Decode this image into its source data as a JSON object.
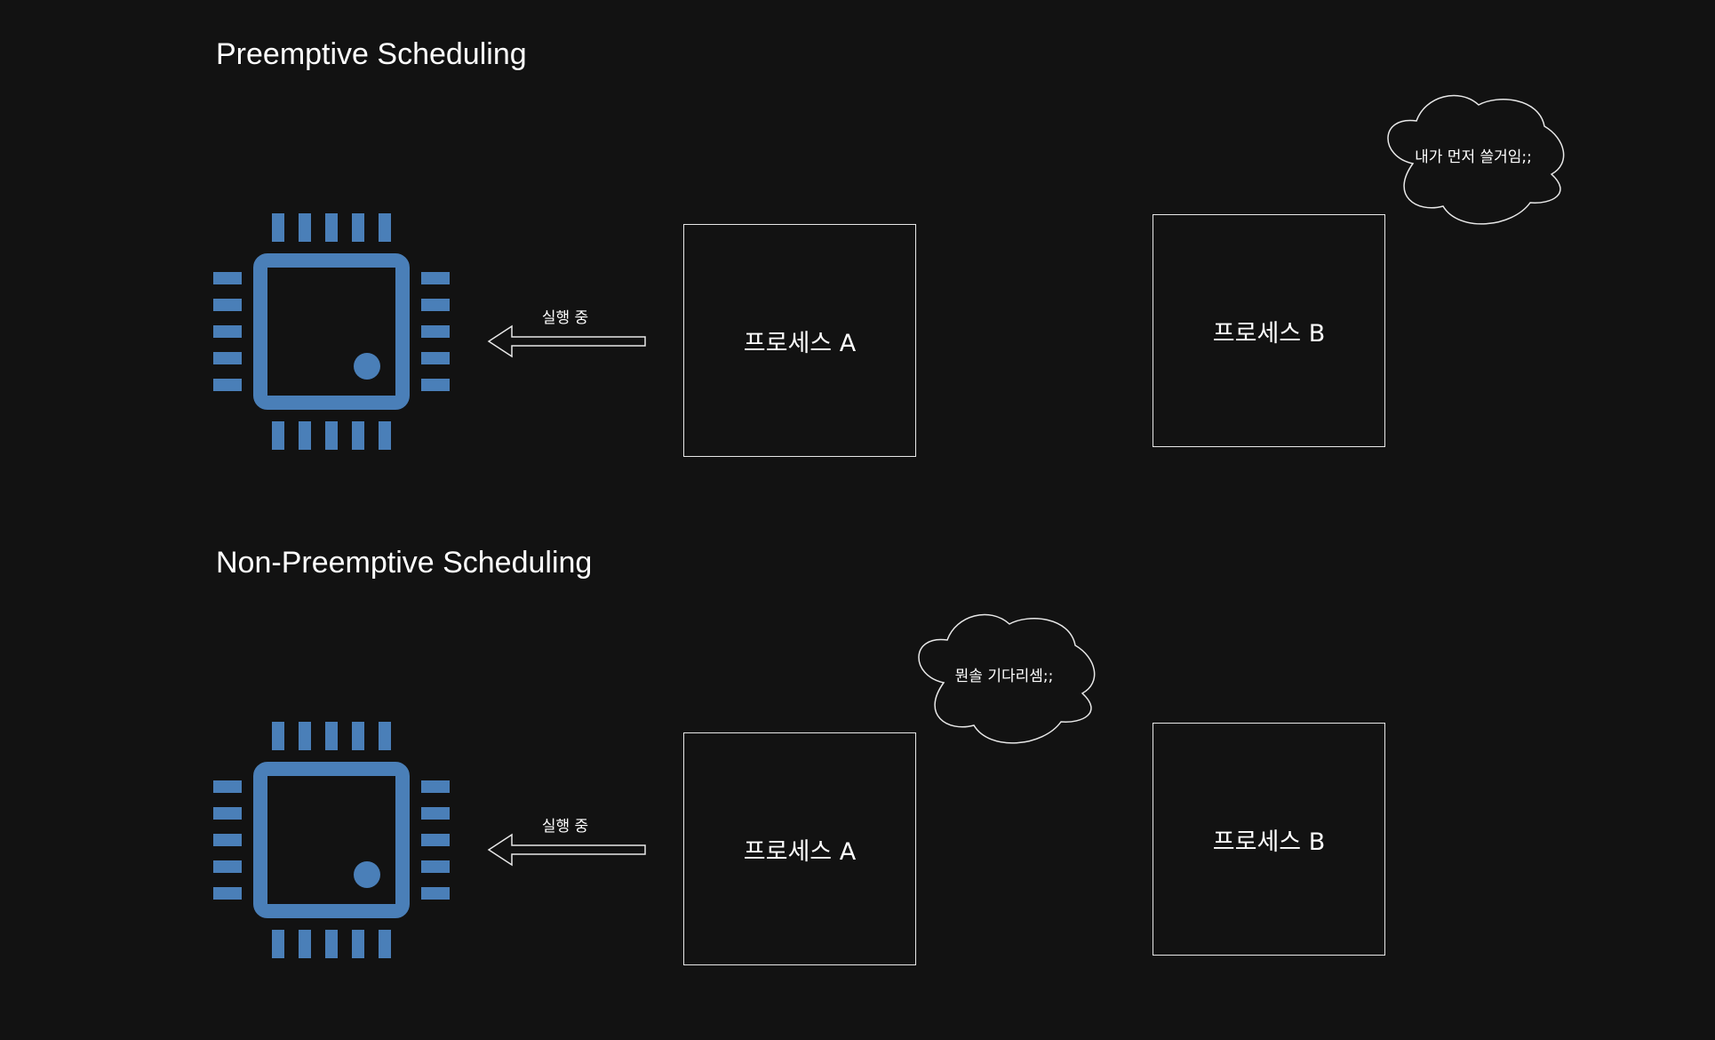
{
  "sections": [
    {
      "title": "Preemptive Scheduling",
      "cpu_icon": "cpu-chip-icon",
      "arrow_label": "실행 중",
      "process_a": "프로세스 A",
      "process_b": "프로세스 B",
      "cloud_text": "내가 먼저 쓸거임;;"
    },
    {
      "title": "Non-Preemptive Scheduling",
      "cpu_icon": "cpu-chip-icon",
      "arrow_label": "실행 중",
      "process_a": "프로세스 A",
      "process_b": "프로세스 B",
      "cloud_text": "뭔솔 기다리셈;;"
    }
  ],
  "colors": {
    "background": "#121212",
    "cpu": "#4a7fb8",
    "stroke": "#e8e8e8",
    "text": "#ffffff"
  }
}
